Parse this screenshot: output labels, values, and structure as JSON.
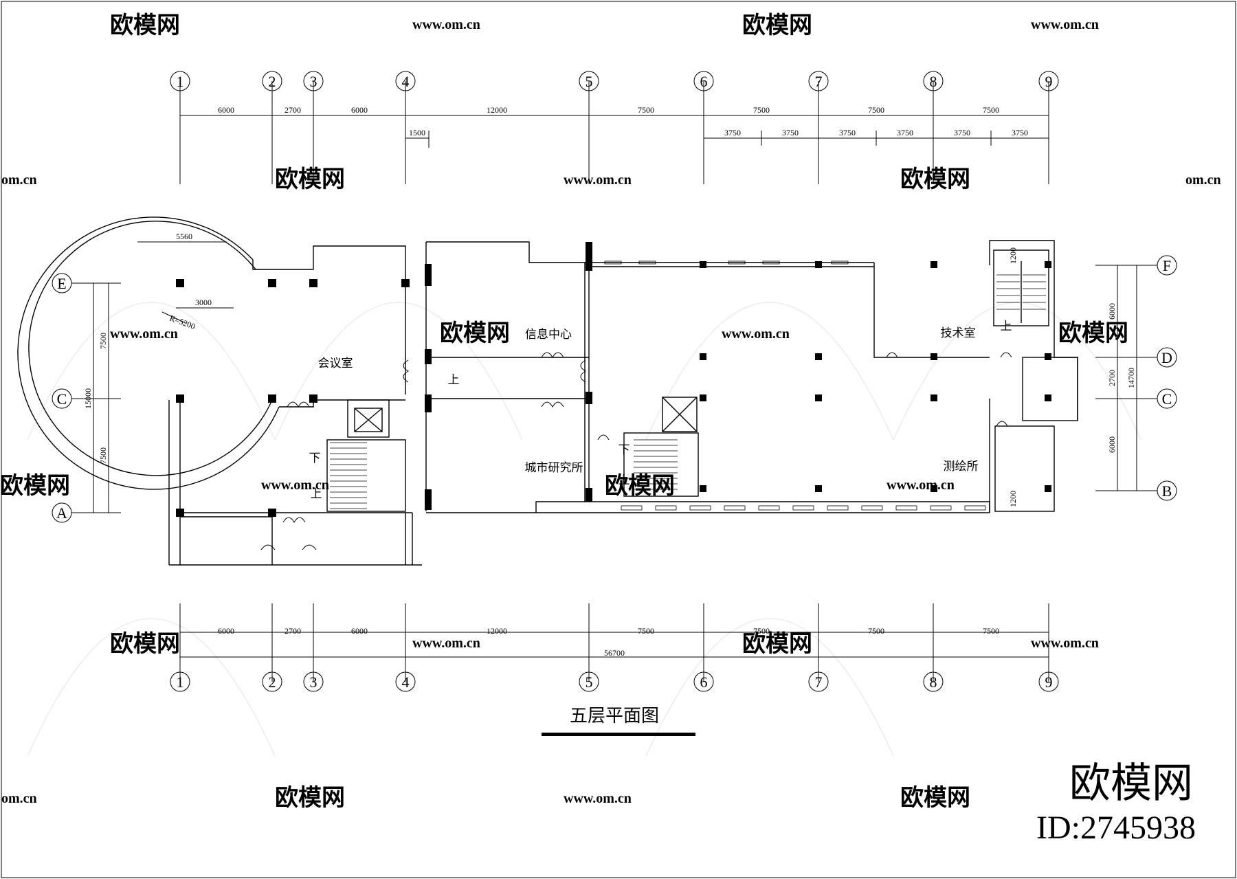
{
  "drawing": {
    "title": "五层平面图",
    "brand": "欧模网",
    "id_label": "ID:2745938"
  },
  "watermark": {
    "brand": "欧模网",
    "url": "www.om.cn",
    "url_short": "om.cn"
  },
  "axes": {
    "horizontal": [
      "1",
      "2",
      "3",
      "4",
      "5",
      "6",
      "7",
      "8",
      "9"
    ],
    "vertical_left": [
      "E",
      "C",
      "A"
    ],
    "vertical_right": [
      "F",
      "D",
      "C",
      "B"
    ]
  },
  "dimensions": {
    "top_main": [
      "6000",
      "2700",
      "6000",
      "12000",
      "7500",
      "7500",
      "7500",
      "7500"
    ],
    "top_sub": [
      "3750",
      "3750",
      "3750",
      "3750",
      "3750",
      "3750"
    ],
    "top_offset": "1500",
    "bottom_main": [
      "6000",
      "2700",
      "6000",
      "12000",
      "7500",
      "7500",
      "7500",
      "7500"
    ],
    "bottom_total": "56700",
    "left_parts": [
      "7500",
      "7500"
    ],
    "left_total": "15000",
    "right_parts": [
      "6000",
      "2700",
      "6000"
    ],
    "right_total": "14700",
    "right_stair_top": "1200",
    "right_stair_bottom": "1200",
    "arc_chord": "5560",
    "arc_inner": "3000",
    "arc_radius": "R=5200"
  },
  "rooms": {
    "meeting": "会议室",
    "info_center": "信息中心",
    "urban_institute": "城市研究所",
    "tech_room": "技术室",
    "survey_office": "测绘所"
  },
  "stair_marks": {
    "up": "上",
    "down": "下"
  }
}
